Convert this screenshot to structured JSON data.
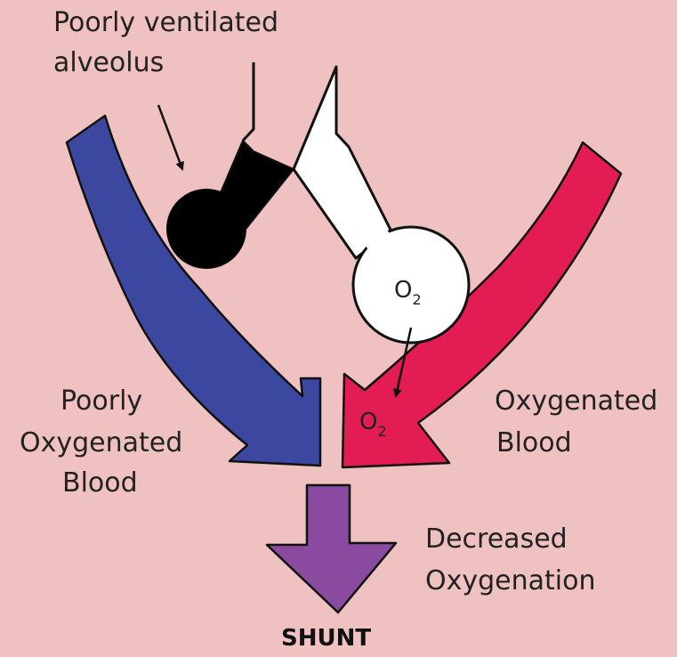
{
  "labels": {
    "alveolus_line1": "Poorly ventilated",
    "alveolus_line2": "alveolus",
    "poor_line1": "Poorly",
    "poor_line2": "Oxygenated",
    "poor_line3": "Blood",
    "oxy_line1": "Oxygenated",
    "oxy_line2": "Blood",
    "decreased_line1": "Decreased",
    "decreased_line2": "Oxygenation",
    "shunt": "SHUNT",
    "o2_alveolus_main": "O",
    "o2_alveolus_sub": "2",
    "o2_blood_main": "O",
    "o2_blood_sub": "2"
  },
  "colors": {
    "background": "#efc1c1",
    "poorly_oxygenated_blood": "#3c48a0",
    "oxygenated_blood": "#e31c54",
    "shunt_mix": "#8a4aa0",
    "poorly_ventilated_alveolus": "#000000",
    "normal_alveolus": "#ffffff"
  }
}
